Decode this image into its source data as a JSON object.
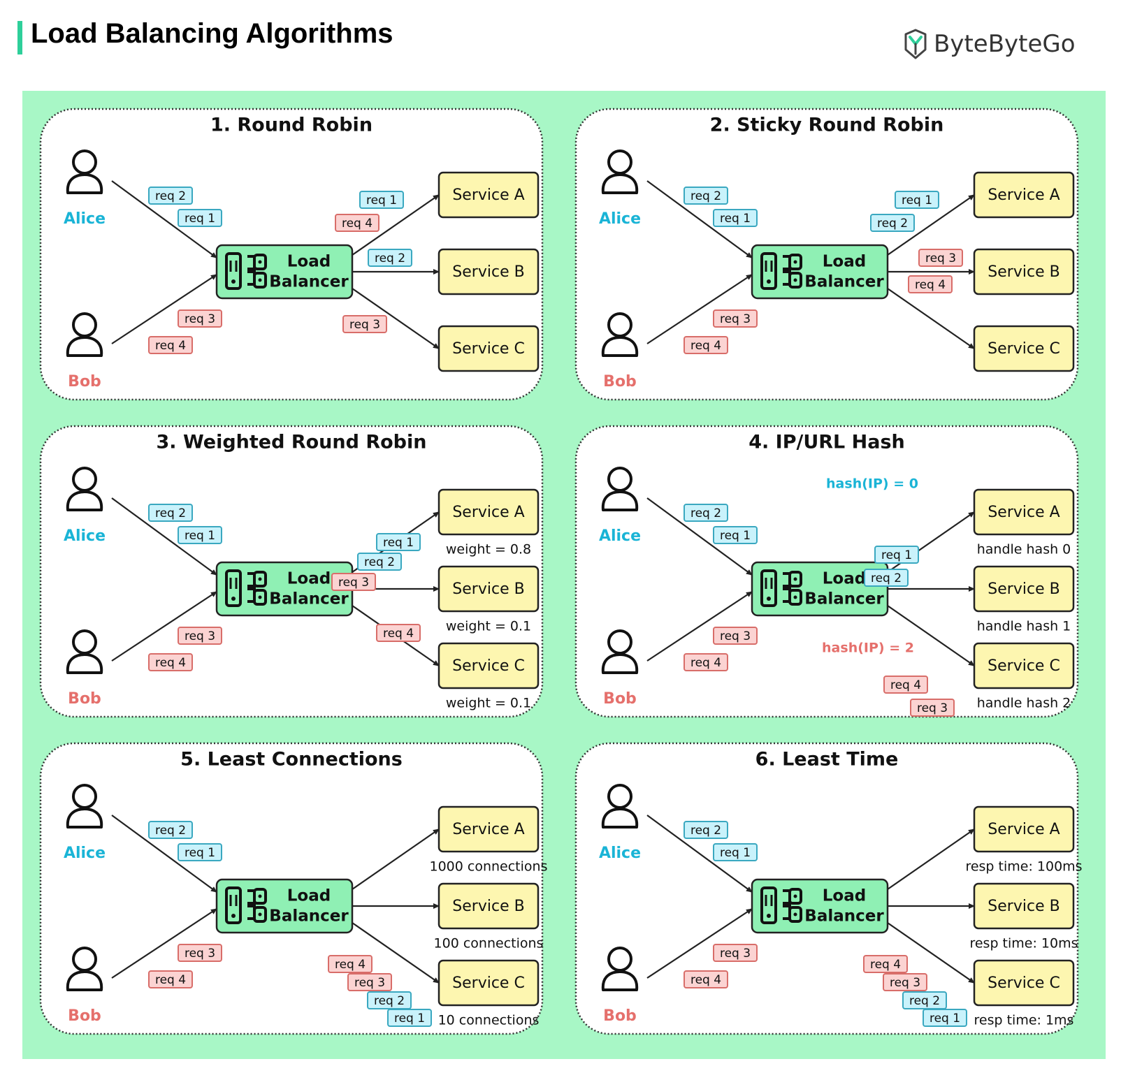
{
  "header": {
    "title": "Load Balancing Algorithms",
    "brand": "ByteByteGo",
    "brand_icon": "bytebytego-logo-icon"
  },
  "colors": {
    "background": "#a8f7c6",
    "lb_fill": "#8ff0b4",
    "service_fill": "#fdf6b0",
    "alice": "#1ab4d6",
    "bob": "#e5706c",
    "alice_tag_fill": "#c9f2fb",
    "bob_tag_fill": "#fbd3d2"
  },
  "labels": {
    "alice": "Alice",
    "bob": "Bob",
    "lb_line1": "Load",
    "lb_line2": "Balancer"
  },
  "panels": [
    {
      "title": "1. Round Robin",
      "services": [
        {
          "name": "Service A",
          "note": ""
        },
        {
          "name": "Service B",
          "note": ""
        },
        {
          "name": "Service C",
          "note": ""
        }
      ],
      "in_tags": [
        {
          "text": "req 2",
          "owner": "alice"
        },
        {
          "text": "req 1",
          "owner": "alice"
        },
        {
          "text": "req 3",
          "owner": "bob"
        },
        {
          "text": "req 4",
          "owner": "bob"
        }
      ],
      "out_tags": [
        {
          "text": "req 1",
          "owner": "alice",
          "target": "A"
        },
        {
          "text": "req 4",
          "owner": "bob",
          "target": "A"
        },
        {
          "text": "req 2",
          "owner": "alice",
          "target": "B"
        },
        {
          "text": "req 3",
          "owner": "bob",
          "target": "C"
        }
      ],
      "annotations": []
    },
    {
      "title": "2. Sticky Round Robin",
      "services": [
        {
          "name": "Service A",
          "note": ""
        },
        {
          "name": "Service B",
          "note": ""
        },
        {
          "name": "Service C",
          "note": ""
        }
      ],
      "in_tags": [
        {
          "text": "req 2",
          "owner": "alice"
        },
        {
          "text": "req 1",
          "owner": "alice"
        },
        {
          "text": "req 3",
          "owner": "bob"
        },
        {
          "text": "req 4",
          "owner": "bob"
        }
      ],
      "out_tags": [
        {
          "text": "req 1",
          "owner": "alice",
          "target": "A"
        },
        {
          "text": "req 2",
          "owner": "alice",
          "target": "A"
        },
        {
          "text": "req 3",
          "owner": "bob",
          "target": "B"
        },
        {
          "text": "req 4",
          "owner": "bob",
          "target": "B"
        }
      ],
      "annotations": []
    },
    {
      "title": "3. Weighted Round Robin",
      "services": [
        {
          "name": "Service A",
          "note": "weight = 0.8"
        },
        {
          "name": "Service B",
          "note": "weight = 0.1"
        },
        {
          "name": "Service C",
          "note": "weight = 0.1"
        }
      ],
      "in_tags": [
        {
          "text": "req 2",
          "owner": "alice"
        },
        {
          "text": "req 1",
          "owner": "alice"
        },
        {
          "text": "req 3",
          "owner": "bob"
        },
        {
          "text": "req 4",
          "owner": "bob"
        }
      ],
      "out_tags": [
        {
          "text": "req 1",
          "owner": "alice",
          "target": "A"
        },
        {
          "text": "req 2",
          "owner": "alice",
          "target": "A"
        },
        {
          "text": "req 3",
          "owner": "bob",
          "target": "A"
        },
        {
          "text": "req 4",
          "owner": "bob",
          "target": "B"
        }
      ],
      "annotations": []
    },
    {
      "title": "4. IP/URL Hash",
      "services": [
        {
          "name": "Service A",
          "note": "handle hash 0"
        },
        {
          "name": "Service B",
          "note": "handle hash 1"
        },
        {
          "name": "Service C",
          "note": "handle hash 2"
        }
      ],
      "in_tags": [
        {
          "text": "req 2",
          "owner": "alice"
        },
        {
          "text": "req 1",
          "owner": "alice"
        },
        {
          "text": "req 3",
          "owner": "bob"
        },
        {
          "text": "req 4",
          "owner": "bob"
        }
      ],
      "out_tags": [
        {
          "text": "req 1",
          "owner": "alice",
          "target": "A"
        },
        {
          "text": "req 2",
          "owner": "alice",
          "target": "A"
        },
        {
          "text": "req 4",
          "owner": "bob",
          "target": "C"
        },
        {
          "text": "req 3",
          "owner": "bob",
          "target": "C"
        }
      ],
      "annotations": [
        {
          "text": "hash(IP) = 0",
          "owner": "alice"
        },
        {
          "text": "hash(IP) = 2",
          "owner": "bob"
        }
      ]
    },
    {
      "title": "5. Least Connections",
      "services": [
        {
          "name": "Service A",
          "note": "1000 connections"
        },
        {
          "name": "Service B",
          "note": "100 connections"
        },
        {
          "name": "Service C",
          "note": "10 connections"
        }
      ],
      "in_tags": [
        {
          "text": "req 2",
          "owner": "alice"
        },
        {
          "text": "req 1",
          "owner": "alice"
        },
        {
          "text": "req 3",
          "owner": "bob"
        },
        {
          "text": "req 4",
          "owner": "bob"
        }
      ],
      "out_tags": [
        {
          "text": "req 4",
          "owner": "bob",
          "target": "C"
        },
        {
          "text": "req 3",
          "owner": "bob",
          "target": "C"
        },
        {
          "text": "req 2",
          "owner": "alice",
          "target": "C"
        },
        {
          "text": "req 1",
          "owner": "alice",
          "target": "C"
        }
      ],
      "annotations": []
    },
    {
      "title": "6. Least Time",
      "services": [
        {
          "name": "Service A",
          "note": "resp time: 100ms"
        },
        {
          "name": "Service B",
          "note": "resp time: 10ms"
        },
        {
          "name": "Service C",
          "note": "resp time: 1ms"
        }
      ],
      "in_tags": [
        {
          "text": "req 2",
          "owner": "alice"
        },
        {
          "text": "req 1",
          "owner": "alice"
        },
        {
          "text": "req 3",
          "owner": "bob"
        },
        {
          "text": "req 4",
          "owner": "bob"
        }
      ],
      "out_tags": [
        {
          "text": "req 4",
          "owner": "bob",
          "target": "C"
        },
        {
          "text": "req 3",
          "owner": "bob",
          "target": "C"
        },
        {
          "text": "req 2",
          "owner": "alice",
          "target": "C"
        },
        {
          "text": "req 1",
          "owner": "alice",
          "target": "C"
        }
      ],
      "annotations": []
    }
  ]
}
